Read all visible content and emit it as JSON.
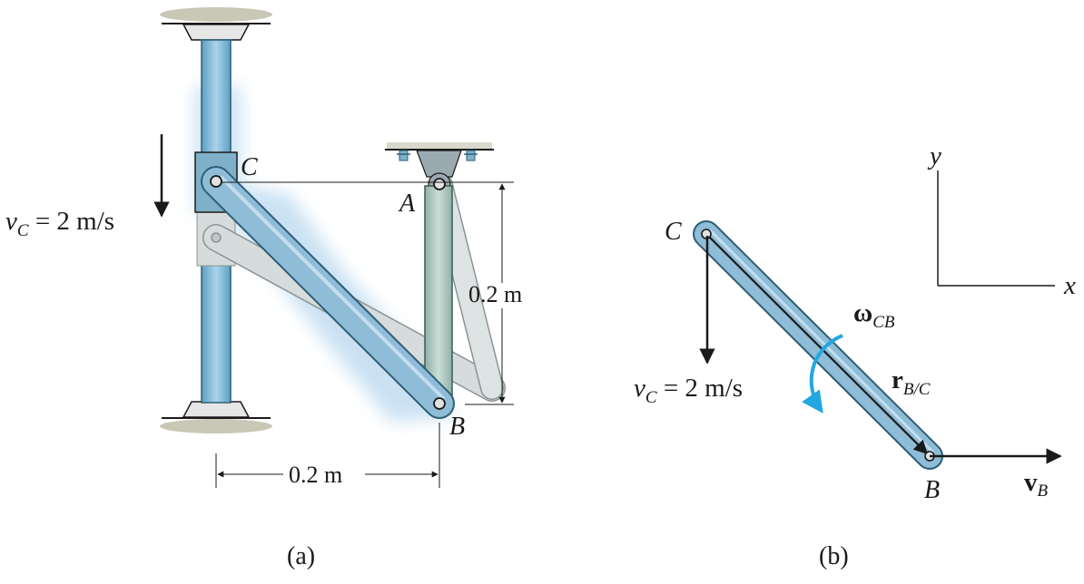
{
  "figure_a": {
    "label_C": "C",
    "label_A": "A",
    "label_B": "B",
    "velocity_label": {
      "var": "v",
      "sub": "C",
      "rest": " = 2 m/s"
    },
    "dim_vertical": "0.2 m",
    "dim_horizontal": "0.2 m",
    "caption": "(a)"
  },
  "figure_b": {
    "label_C": "C",
    "label_B": "B",
    "velocity_label": {
      "var": "v",
      "sub": "C",
      "rest": " = 2 m/s"
    },
    "omega_label": {
      "var": "ω",
      "sub": "CB"
    },
    "r_label": {
      "var": "r",
      "sub": "B/C"
    },
    "vB_label": {
      "var": "v",
      "sub": "B"
    },
    "axis_x": "x",
    "axis_y": "y",
    "caption": "(b)"
  },
  "colors": {
    "link_fill": "#8fbcd6",
    "link_dark": "#3e6f8c",
    "column_fill": "#79b8d8",
    "ghost_fill": "#d6dcdc",
    "support_post": "#a9c7bf",
    "glow": "#b9d8ef",
    "omega_arrow": "#22a7e0"
  }
}
